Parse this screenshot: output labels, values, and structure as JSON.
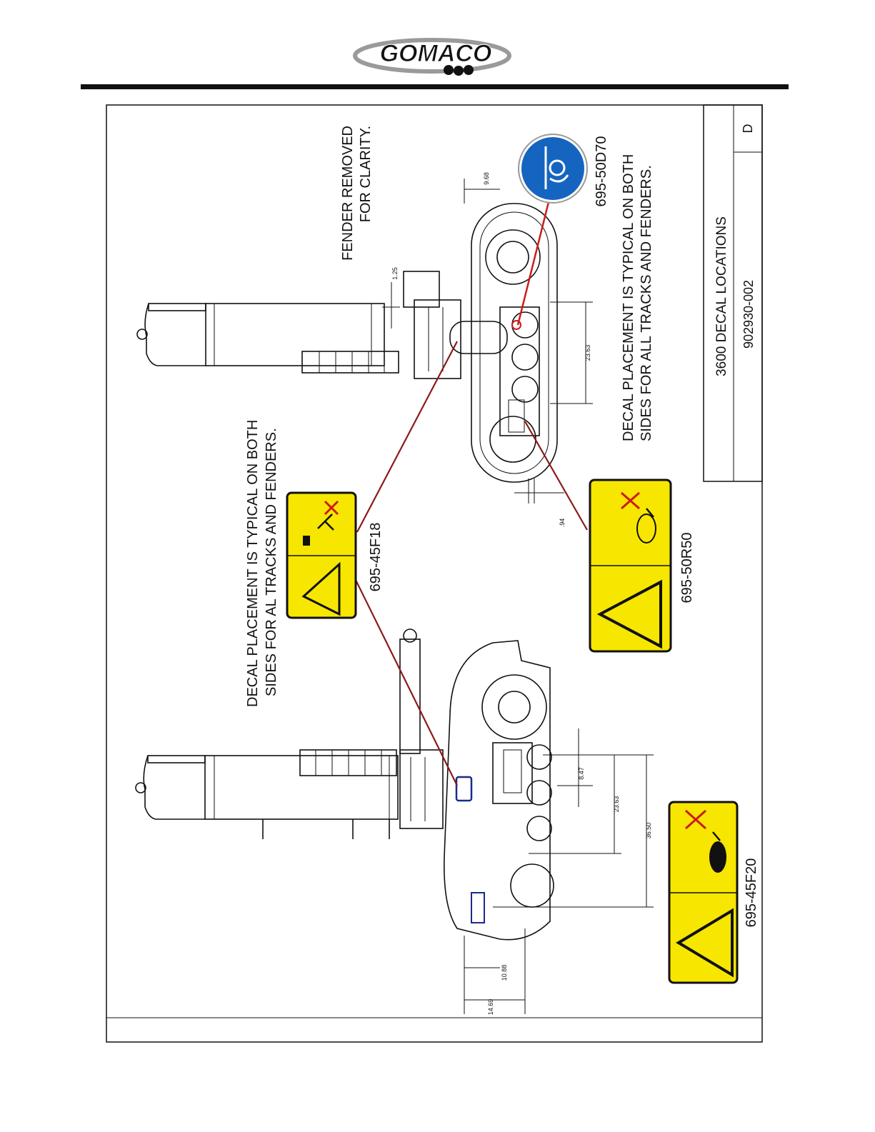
{
  "header": {
    "logo_text": "GOMACO"
  },
  "title_block": {
    "title": "3600 DECAL LOCATIONS",
    "part_number": "902930-002",
    "revision": "D"
  },
  "notes": {
    "fender_removed_line1": "FENDER REMOVED",
    "fender_removed_line2": "FOR CLARITY.",
    "placement_left_line1": "DECAL PLACEMENT IS TYPICAL ON BOTH",
    "placement_left_line2": "SIDES FOR AL TRACKS AND FENDERS.",
    "placement_right_line1": "DECAL PLACEMENT IS TYPICAL ON BOTH",
    "placement_right_line2": "SIDES FOR ALL TRACKS AND FENDERS."
  },
  "decals": {
    "f18": "695-45F18",
    "r50": "695-50R50",
    "d70": "695-50D70",
    "f20": "695-45F20"
  },
  "dimensions": {
    "d_1_25": "1.25",
    "d_9_68": "9.68",
    "d_23_63_top": "23.63",
    "d_94": ".94",
    "d_8_47": "8.47",
    "d_23_63_bottom": "23.63",
    "d_36_50": "36.50",
    "d_10_88": "10.88",
    "d_14_69": "14.69"
  },
  "colors": {
    "decal_yellow": "#f7e600",
    "leader_red": "#8b1a1a",
    "mandatory_blue": "#1565c0",
    "highlight_blue": "#1a2a8a"
  }
}
